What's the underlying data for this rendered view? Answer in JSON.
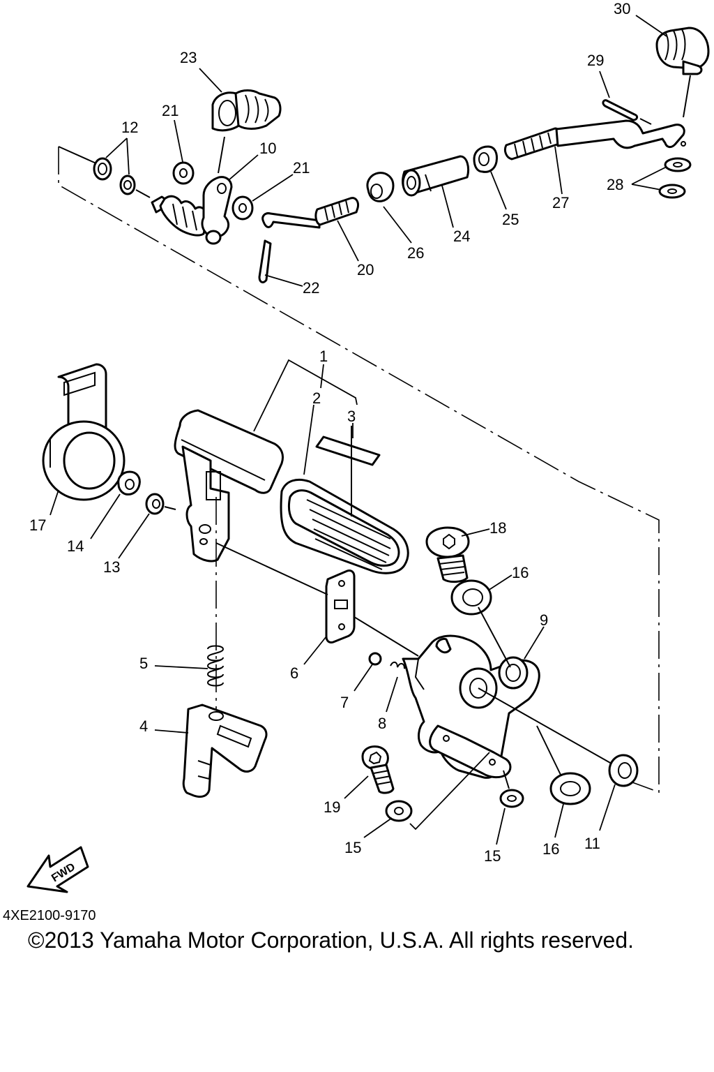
{
  "labels": {
    "n1": "1",
    "n2": "2",
    "n3": "3",
    "n4": "4",
    "n5": "5",
    "n6": "6",
    "n7": "7",
    "n8": "8",
    "n9": "9",
    "n10": "10",
    "n11": "11",
    "n12": "12",
    "n13": "13",
    "n14": "14",
    "n15a": "15",
    "n15b": "15",
    "n16a": "16",
    "n16b": "16",
    "n17": "17",
    "n18": "18",
    "n19": "19",
    "n20": "20",
    "n21a": "21",
    "n21b": "21",
    "n22": "22",
    "n23": "23",
    "n24": "24",
    "n25": "25",
    "n26": "26",
    "n27": "27",
    "n28": "28",
    "n29": "29",
    "n30": "30"
  },
  "fwd_label": "FWD",
  "diagram_code": "4XE2100-9170",
  "copyright": "©2013 Yamaha Motor Corporation, U.S.A. All rights reserved."
}
